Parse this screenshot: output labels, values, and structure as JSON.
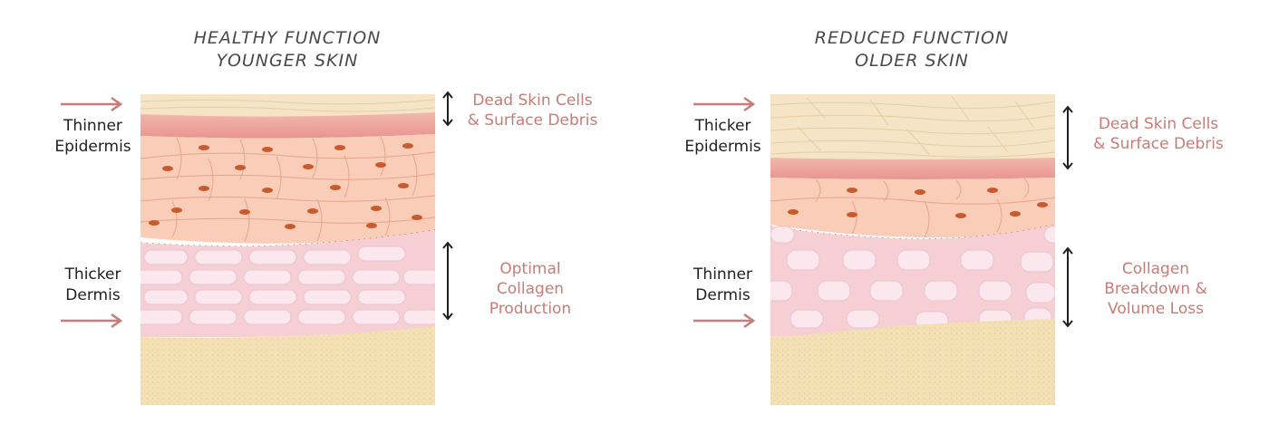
{
  "left": {
    "title_line1": "HEALTHY FUNCTION",
    "title_line2": "YOUNGER SKIN",
    "epidermis_label_line1": "Thinner",
    "epidermis_label_line2": "Epidermis",
    "dermis_label_line1": "Thicker",
    "dermis_label_line2": "Dermis",
    "dead_cells_line1": "Dead Skin Cells",
    "dead_cells_line2": "& Surface Debris",
    "collagen_line1": "Optimal",
    "collagen_line2": "Collagen",
    "collagen_line3": "Production"
  },
  "right": {
    "title_line1": "REDUCED FUNCTION",
    "title_line2": "OLDER SKIN",
    "epidermis_label_line1": "Thicker",
    "epidermis_label_line2": "Epidermis",
    "dermis_label_line1": "Thinner",
    "dermis_label_line2": "Dermis",
    "dead_cells_line1": "Dead Skin Cells",
    "dead_cells_line2": "& Surface Debris",
    "collagen_line1": "Collagen",
    "collagen_line2": "Breakdown &",
    "collagen_line3": "Volume Loss"
  },
  "colors": {
    "accent": "#c77c77",
    "text_dark": "#1f1f1f",
    "title": "#4a4a4a",
    "dead_cells": "#f6e4c6",
    "epidermis_band": "#eeaaa2",
    "cells": "#f9cdb8",
    "nucleus": "#c85a2c",
    "dermis": "#f6cfd4",
    "collagen_cell": "#fbe8ef",
    "fat": "#f3e0b4"
  },
  "icons": [
    "right-arrow-icon",
    "double-arrow-icon"
  ]
}
